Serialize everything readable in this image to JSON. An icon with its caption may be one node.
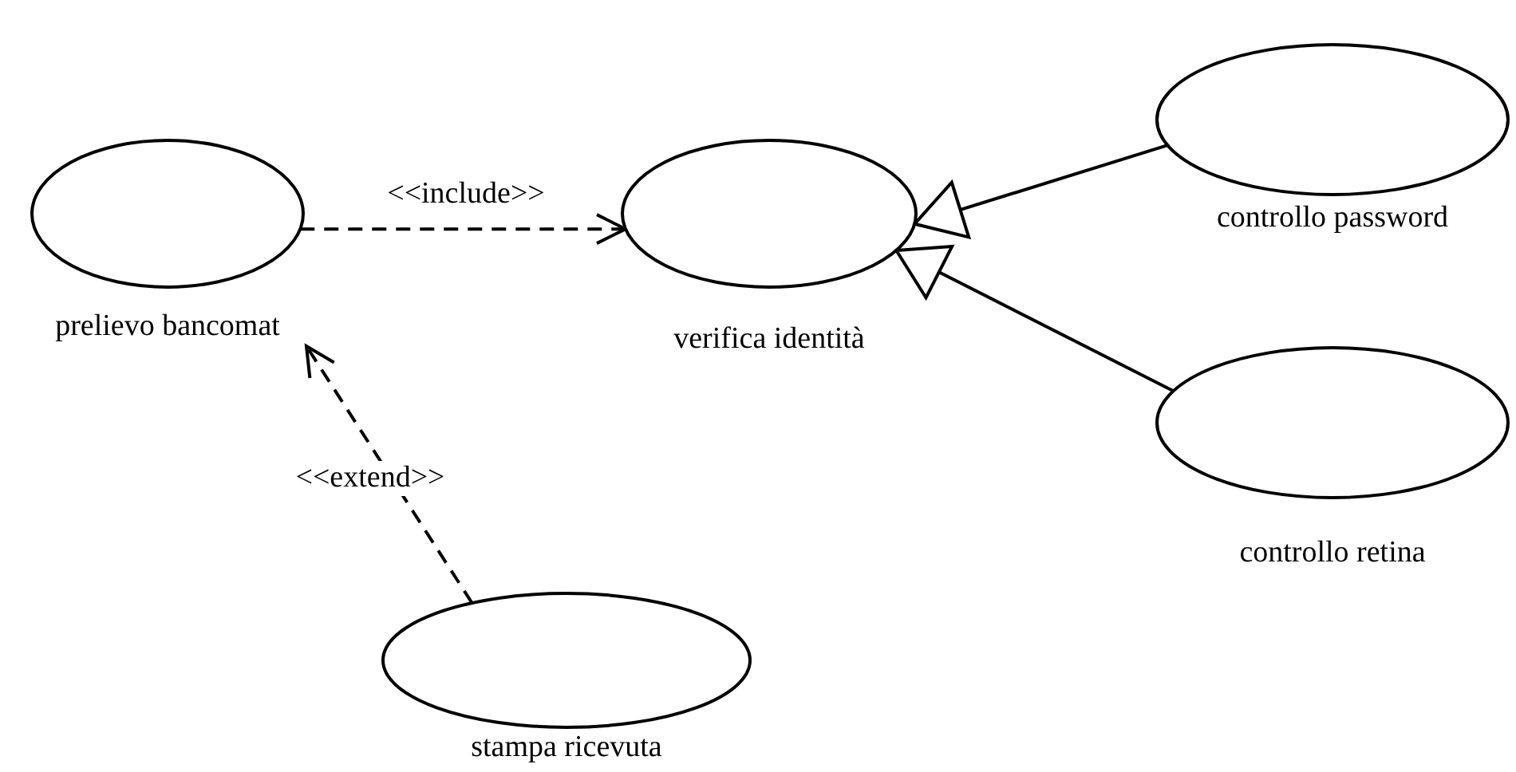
{
  "diagram": {
    "nodes": [
      {
        "text": [
          "prelievo bancomat"
        ]
      },
      {
        "text": [
          "verifica identità"
        ]
      },
      {
        "text": [
          "controllo password"
        ]
      },
      {
        "text": [
          "controllo retina"
        ]
      },
      {
        "text": [
          "stampa ricevuta"
        ]
      }
    ],
    "edges": [
      {
        "from": 0,
        "to": 1,
        "arrow": "to",
        "style": "dashed",
        "label": "<<include>>"
      },
      {
        "from": 2,
        "to": 1,
        "arrow": "to"
      },
      {
        "from": 3,
        "to": 1,
        "arrow": "to"
      },
      {
        "from": 4,
        "to": 0,
        "arrow": "to",
        "style": "dashed",
        "label": "<<extend>>"
      }
    ]
  }
}
